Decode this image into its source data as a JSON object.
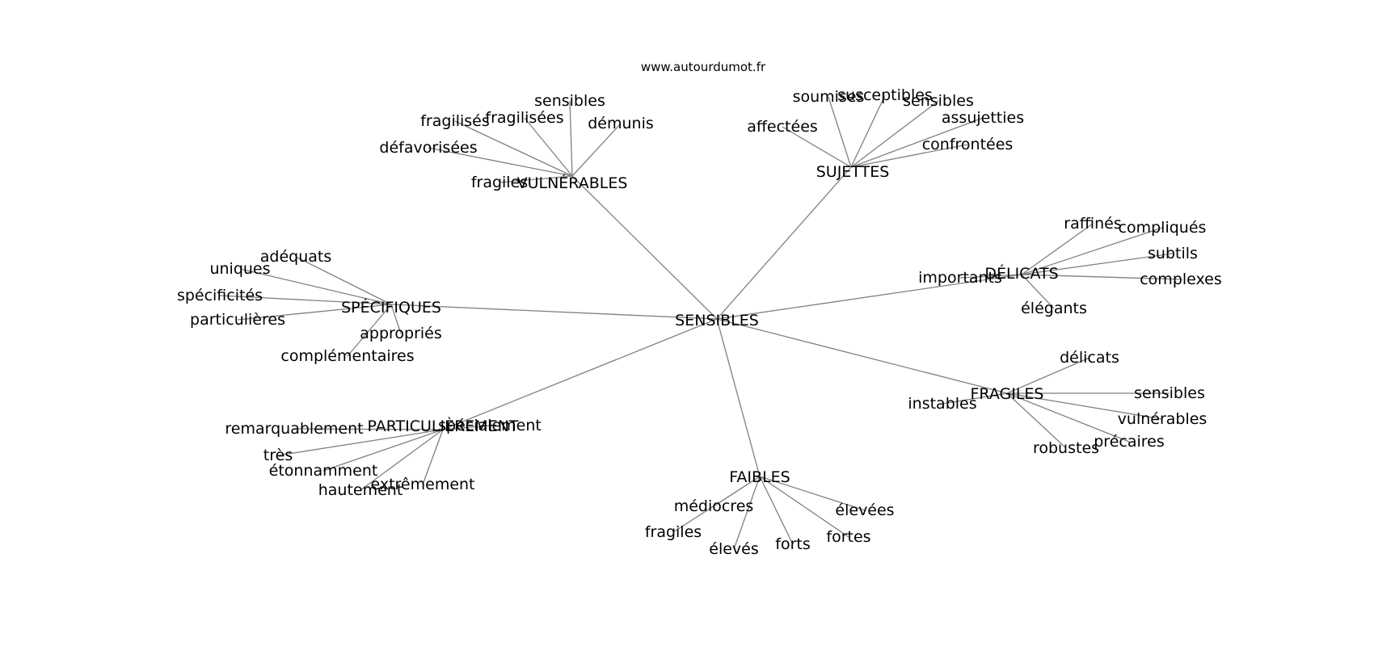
{
  "source": "www.autourdumot.fr",
  "root": "SENSIBLES",
  "groups": [
    {
      "label": "VULNÉRABLES",
      "leaves": [
        "sensibles",
        "fragilisés",
        "fragilisées",
        "démunis",
        "défavorisées",
        "fragiles"
      ]
    },
    {
      "label": "SUJETTES",
      "leaves": [
        "soumises",
        "susceptibles",
        "sensibles",
        "assujetties",
        "affectées",
        "confrontées"
      ]
    },
    {
      "label": "DÉLICATS",
      "leaves": [
        "raffinés",
        "compliqués",
        "subtils",
        "complexes",
        "importants",
        "élégants"
      ]
    },
    {
      "label": "SPÉCIFIQUES",
      "leaves": [
        "adéquats",
        "uniques",
        "spécificités",
        "particulières",
        "appropriés",
        "complémentaires"
      ]
    },
    {
      "label": "FRAGILES",
      "leaves": [
        "délicats",
        "sensibles",
        "vulnérables",
        "instables",
        "précaires",
        "robustes"
      ]
    },
    {
      "label": "PARTICULIÈREMENT",
      "leaves": [
        "spécialement",
        "remarquablement",
        "très",
        "étonnamment",
        "hautement",
        "extrêmement"
      ]
    },
    {
      "label": "FAIBLES",
      "leaves": [
        "médiocres",
        "élevées",
        "fragiles",
        "fortes",
        "élevés",
        "forts"
      ]
    }
  ]
}
